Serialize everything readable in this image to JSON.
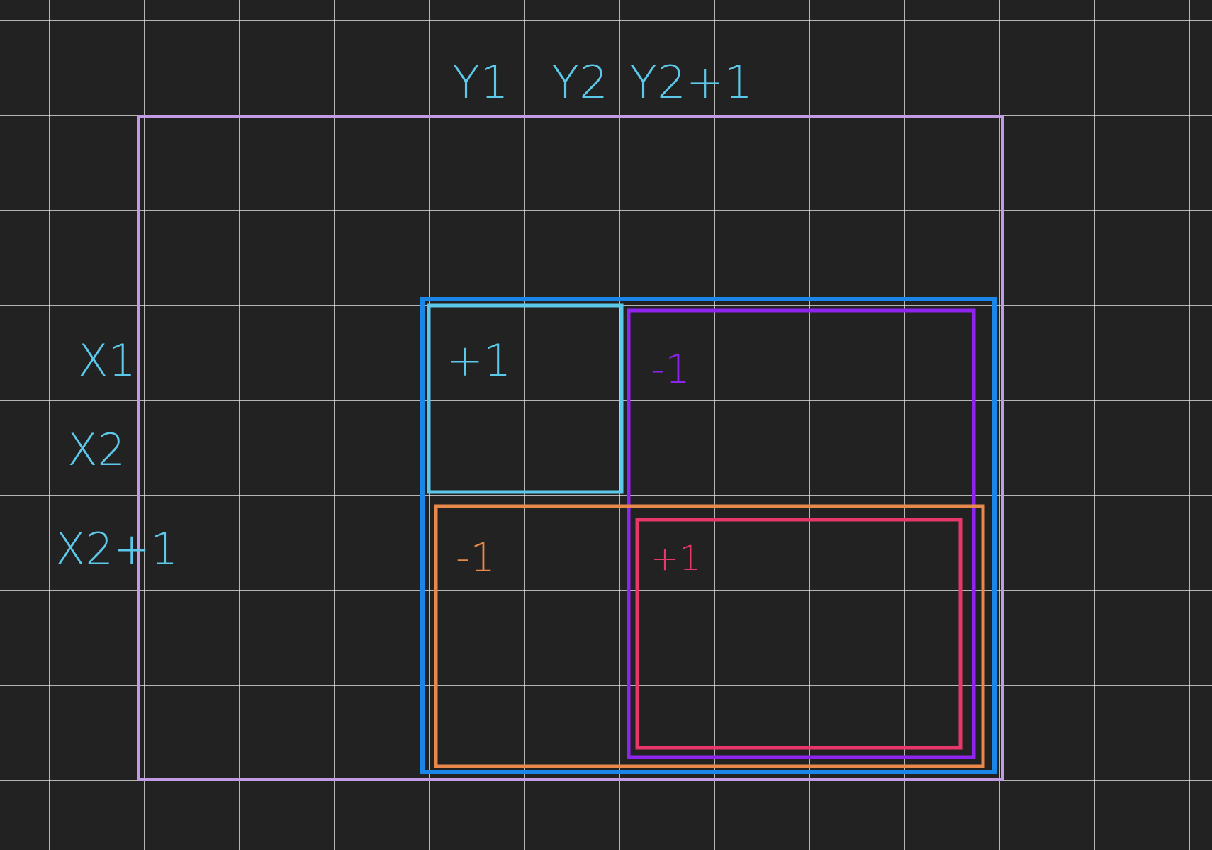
{
  "diagram": {
    "background_color": "#222222",
    "grid_color": "#e6e6e6",
    "column_labels": [
      "Y1",
      "Y2",
      "Y2+1"
    ],
    "row_labels": [
      "X1",
      "X2",
      "X2+1"
    ],
    "label_color": "#5cc8ea",
    "rectangles": [
      {
        "id": "outer",
        "color": "#c39be3"
      },
      {
        "id": "blue",
        "color": "#1a86e8"
      },
      {
        "id": "cyan",
        "color": "#5cc8ea",
        "sign": "+1"
      },
      {
        "id": "purple",
        "color": "#8e24ee",
        "sign": "-1"
      },
      {
        "id": "orange",
        "color": "#e8884a",
        "sign": "-1"
      },
      {
        "id": "pink",
        "color": "#e8386b",
        "sign": "+1"
      }
    ]
  }
}
